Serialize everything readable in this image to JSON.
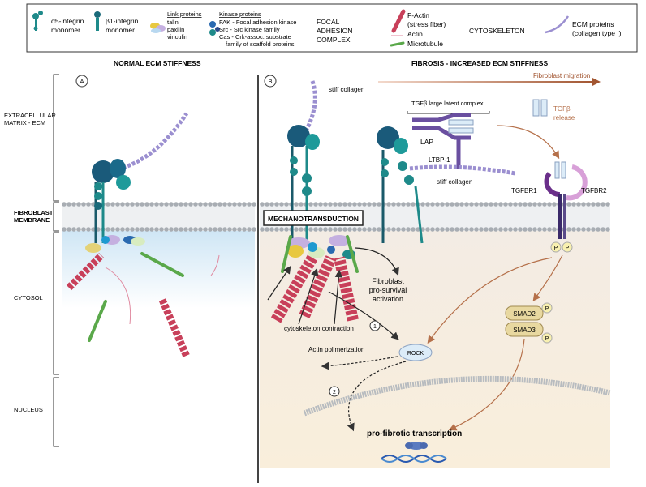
{
  "legend": {
    "a5_integrin": [
      "α5-integrin",
      "monomer"
    ],
    "b1_integrin": [
      "β1-integrin",
      "monomer"
    ],
    "link_proteins_title": "Link proteins",
    "link_proteins": [
      "talin",
      "paxilin",
      "vinculin"
    ],
    "kinase_title": "Kinase proteins",
    "kinases": [
      "FAK - Focal adhesion kinase",
      "Src - Src kinase family",
      "Cas - Crk-assoc. substrate",
      "family of scaffold proteins"
    ],
    "focal_adhesion": [
      "FOCAL",
      "ADHESION",
      "COMPLEX"
    ],
    "factin": [
      "F-Actin",
      "(stress fiber)"
    ],
    "actin": "Actin",
    "microtubule": "Microtubule",
    "cytoskeleton": "CYTOSKELETON",
    "ecm_proteins": [
      "ECM proteins",
      "(collagen type I)"
    ]
  },
  "panels": {
    "normal_title": "NORMAL ECM STIFFNESS",
    "fibrosis_title": "FIBROSIS - INCREASED ECM STIFFNESS",
    "label_a": "A",
    "label_b": "B"
  },
  "regions": {
    "ecm": [
      "EXTRACELLULAR",
      "MATRIX - ECM"
    ],
    "membrane": [
      "FIBROBLAST",
      "MEMBRANE"
    ],
    "cytosol": "CYTOSOL",
    "nucleus": "NUCLEUS"
  },
  "labels": {
    "stiff_collagen_top": "stiff collagen",
    "fibroblast_migration": "Fibroblast  migration",
    "tgfb_latent": "TGFβ large latent complex",
    "lap": "LAP",
    "ltbp": "LTBP-1",
    "stiff_collagen_bottom": "stiff collagen",
    "tgfb_release": [
      "TGFβ",
      "release"
    ],
    "tgfbr1": "TGFBR1",
    "tgfbr2": "TGFBR2",
    "mechanotransduction": "MECHANOTRANSDUCTION",
    "pro_survival": [
      "Fibroblast",
      "pro-survival",
      "activation"
    ],
    "cytoskeleton_contraction": "cytoskeleton contraction",
    "step1": "1",
    "step2": "2",
    "rock": "ROCK",
    "actin_polimerization": "Actin polimerization",
    "smad2": "SMAD2",
    "smad3": "SMAD3",
    "p": "P",
    "pro_fibrotic": "pro-fibrotic transcription"
  },
  "colors": {
    "integrin_teal": "#1e8a8a",
    "integrin_dark": "#1a5a7a",
    "membrane_gray": "#b8bcc0",
    "collagen": "#9b8fd0",
    "factin": "#c8405a",
    "actin_green": "#5aa84a",
    "tgf_purple": "#6a4fa0",
    "arrow_brown": "#b5704a",
    "cytosol_warm": "#f7ead8",
    "cytosol_blue": "#d9ecf7"
  }
}
